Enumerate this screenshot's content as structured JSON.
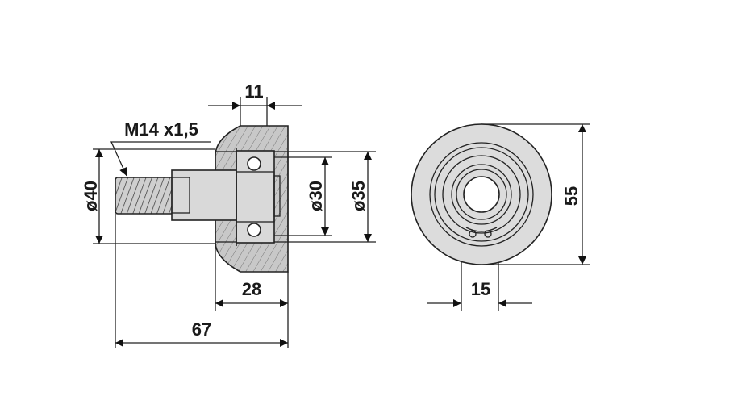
{
  "drawing": {
    "thread_label": "M14 x1,5",
    "dimensions": {
      "bearing_width": "11",
      "axle_diameter": "ø40",
      "bore_inner": "ø30",
      "bore_outer": "ø35",
      "hub_width": "28",
      "total_length": "67",
      "outer_diameter": "55",
      "hole_width": "15"
    }
  },
  "colors": {
    "fill": "#d9d9d9",
    "dark": "#a6a6a6",
    "line": "#222222"
  }
}
